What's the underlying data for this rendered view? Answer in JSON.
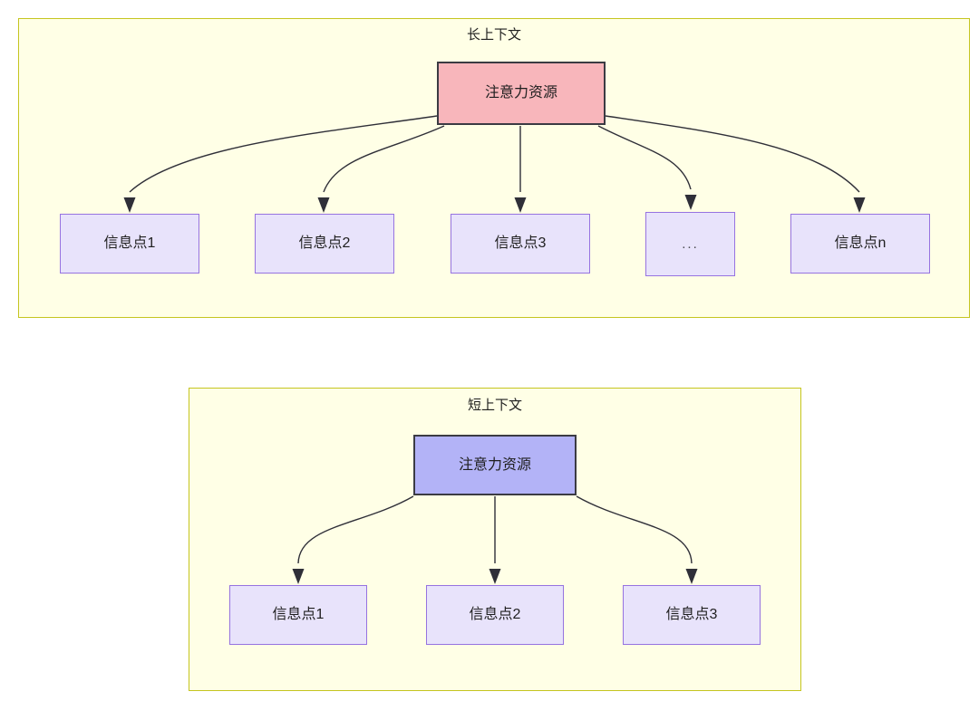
{
  "diagram": {
    "title_long": "长上下文",
    "title_short": "短上下文",
    "colors": {
      "group_fill": "#ffffe6",
      "group_border": "#c5c520",
      "root_pink_fill": "#f8b6bb",
      "root_blue_fill": "#b3b3f7",
      "root_border": "#3b3b43",
      "info_fill": "#e8e3fb",
      "info_border": "#9673e0",
      "edge_stroke": "#2f2f38",
      "text": "#1f1f1f",
      "page_background": "#ffffff"
    }
  },
  "long_context": {
    "title": "长上下文",
    "root": {
      "label": "注意力资源"
    },
    "info_nodes": [
      {
        "label": "信息点1"
      },
      {
        "label": "信息点2"
      },
      {
        "label": "信息点3"
      },
      {
        "label": "..."
      },
      {
        "label": "信息点n"
      }
    ]
  },
  "short_context": {
    "title": "短上下文",
    "root": {
      "label": "注意力资源"
    },
    "info_nodes": [
      {
        "label": "信息点1"
      },
      {
        "label": "信息点2"
      },
      {
        "label": "信息点3"
      }
    ]
  }
}
